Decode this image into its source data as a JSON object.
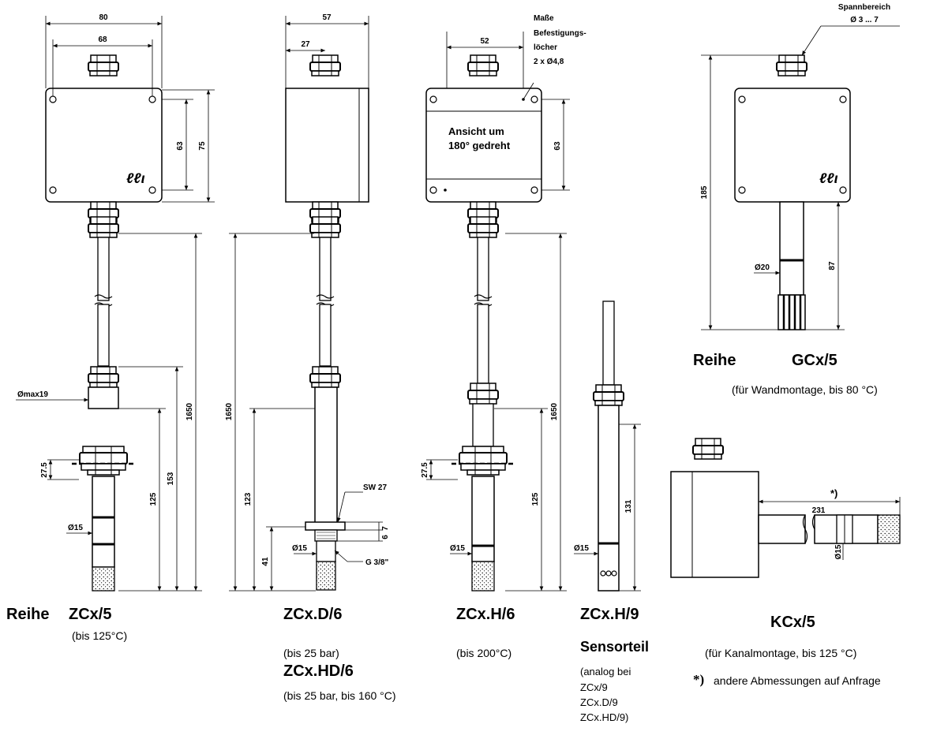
{
  "diagram": {
    "zc5": {
      "reihe": "Reihe",
      "name": "ZCx/5",
      "range": "(bis 125°C)",
      "d_width": "80",
      "d_holes": "68",
      "d_63": "63",
      "d_75": "75",
      "d_cable": "1650",
      "d_153": "153",
      "d_125": "125",
      "d_275": "27.5",
      "d_max": "Ømax19",
      "d_15": "Ø15"
    },
    "zcd6": {
      "name": "ZCx.D/6",
      "range": "(bis 25 bar)",
      "name2": "ZCx.HD/6",
      "range2": "(bis 25 bar, bis 160 °C)",
      "d_57": "57",
      "d_27": "27",
      "d_cable": "1650",
      "d_123": "123",
      "d_41": "41",
      "d_15": "Ø15",
      "sw": "SW 27",
      "g": "G 3/8\"",
      "d_7": "7",
      "d_6": "6"
    },
    "zch6": {
      "name": "ZCx.H/6",
      "range": "(bis 200°C)",
      "d_52": "52",
      "d_63": "63",
      "d_cable": "1650",
      "d_125": "125",
      "d_275": "27.5",
      "d_15": "Ø15",
      "view_l1": "Ansicht um",
      "view_l2": "180° gedreht",
      "holes_l1": "Maße",
      "holes_l2": "Befestigungs-",
      "holes_l3": "löcher",
      "holes_l4": "2 x Ø4,8"
    },
    "zch9": {
      "name": "ZCx.H/9",
      "sub": "Sensorteil",
      "d_131": "131",
      "d_15": "Ø15",
      "note_l1": "(analog bei",
      "note_l2": "ZCx/9",
      "note_l3": "ZCx.D/9",
      "note_l4": "ZCx.HD/9)"
    },
    "gc5": {
      "reihe": "Reihe",
      "name": "GCx/5",
      "range": "(für Wandmontage, bis 80 °C)",
      "span_l1": "Spannbereich",
      "span_l2": "Ø 3 ... 7",
      "d_185": "185",
      "d_87": "87",
      "d_20": "Ø20"
    },
    "kc5": {
      "name": "KCx/5",
      "range": "(für Kanalmontage, bis 125 °C)",
      "d_231": "231",
      "star": "*)",
      "d_15": "Ø15",
      "foot_star": "*)",
      "foot_text": "andere Abmessungen auf Anfrage"
    }
  }
}
